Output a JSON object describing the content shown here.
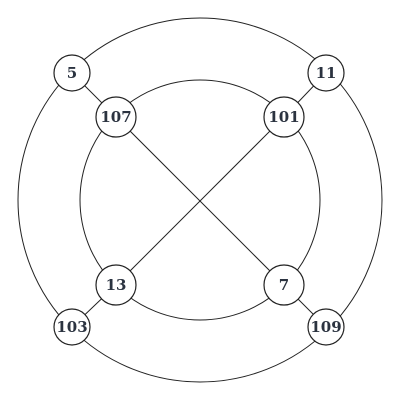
{
  "nodes": [
    {
      "id": "n5",
      "label": "5"
    },
    {
      "id": "n11",
      "label": "11"
    },
    {
      "id": "n107",
      "label": "107"
    },
    {
      "id": "n101",
      "label": "101"
    },
    {
      "id": "n13",
      "label": "13"
    },
    {
      "id": "n7",
      "label": "7"
    },
    {
      "id": "n103",
      "label": "103"
    },
    {
      "id": "n109",
      "label": "109"
    }
  ],
  "edges": [
    {
      "from": "5",
      "to": "107"
    },
    {
      "from": "11",
      "to": "101"
    },
    {
      "from": "13",
      "to": "103"
    },
    {
      "from": "7",
      "to": "109"
    },
    {
      "from": "107",
      "to": "7"
    },
    {
      "from": "101",
      "to": "13"
    }
  ],
  "colors": {
    "stroke": "#222222",
    "label": "#2b3340",
    "node_fill": "#ffffff"
  }
}
